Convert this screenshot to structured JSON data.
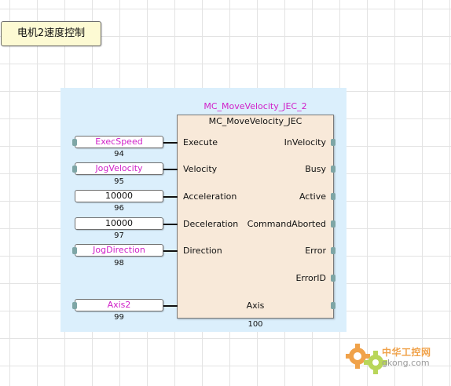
{
  "comment": {
    "text": "电机2速度控制"
  },
  "block": {
    "instance_name": "MC_MoveVelocity_JEC_2",
    "type_name": "MC_MoveVelocity_JEC",
    "order_number": "100",
    "inputs": [
      {
        "pin": "Execute",
        "value": "ExecSpeed",
        "kind": "variable",
        "order": "94"
      },
      {
        "pin": "Velocity",
        "value": "JogVelocity",
        "kind": "variable",
        "order": "95"
      },
      {
        "pin": "Acceleration",
        "value": "10000",
        "kind": "constant",
        "order": "96"
      },
      {
        "pin": "Deceleration",
        "value": "10000",
        "kind": "constant",
        "order": "97"
      },
      {
        "pin": "Direction",
        "value": "JogDirection",
        "kind": "variable",
        "order": "98"
      },
      {
        "pin": "Axis",
        "value": "Axis2",
        "kind": "variable",
        "order": "99"
      }
    ],
    "outputs": [
      "InVelocity",
      "Busy",
      "Active",
      "CommandAborted",
      "Error",
      "ErrorID",
      "Axis"
    ]
  },
  "watermark": {
    "brand": "中华工控网",
    "url": "gkong.com"
  },
  "colors": {
    "variable_text": "#d020c8",
    "block_fill": "#f8e9d9",
    "highlight": "#dbeffc",
    "comment_fill": "#fdfad3",
    "connector": "#7ea6a6"
  }
}
